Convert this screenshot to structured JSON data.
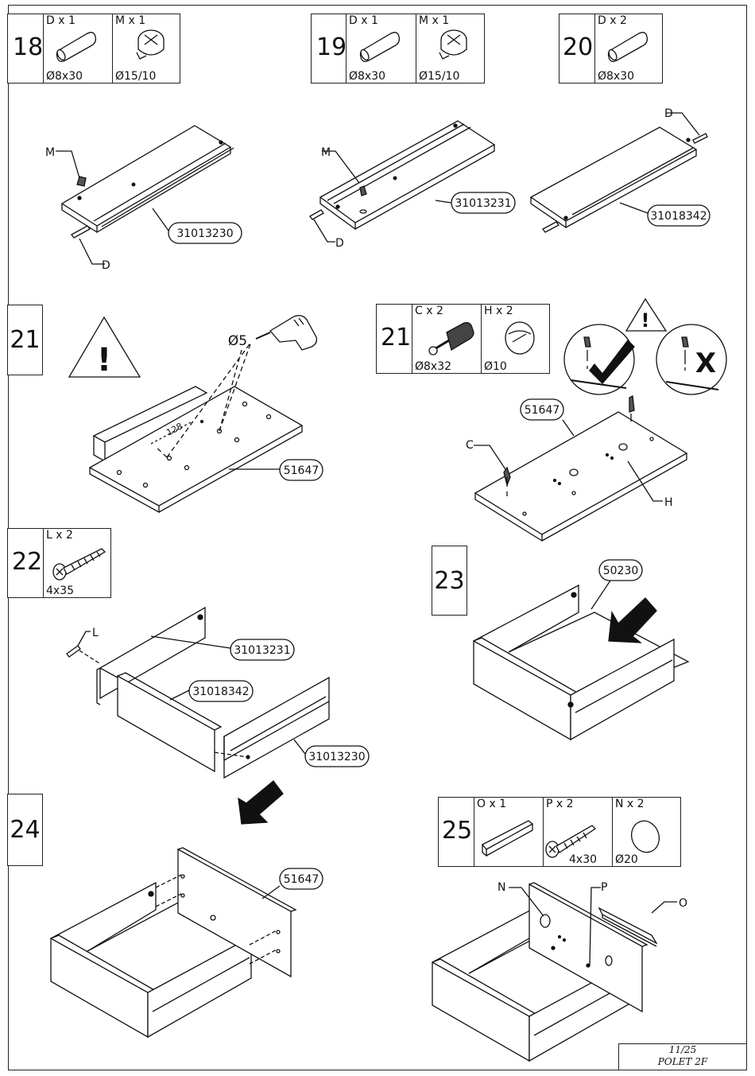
{
  "steps": {
    "s18": {
      "number": "18",
      "parts": [
        {
          "qty": "D x 1",
          "dim": "Ø8x30",
          "icon": "dowel-icon"
        },
        {
          "qty": "M x 1",
          "dim": "Ø15/10",
          "icon": "cam-lock-icon"
        }
      ]
    },
    "s19": {
      "number": "19",
      "parts": [
        {
          "qty": "D x 1",
          "dim": "Ø8x30",
          "icon": "dowel-icon"
        },
        {
          "qty": "M x 1",
          "dim": "Ø15/10",
          "icon": "cam-lock-icon"
        }
      ]
    },
    "s20": {
      "number": "20",
      "parts": [
        {
          "qty": "D x 2",
          "dim": "Ø8x30",
          "icon": "dowel-icon"
        }
      ]
    },
    "s21a": {
      "number": "21",
      "drill": "Ø5",
      "spacing": "128"
    },
    "s21b": {
      "number": "21",
      "parts": [
        {
          "qty": "C x 2",
          "dim": "Ø8x32",
          "icon": "cam-bolt-icon"
        },
        {
          "qty": "H x 2",
          "dim": "Ø10",
          "icon": "cam-housing-icon"
        }
      ]
    },
    "s22": {
      "number": "22",
      "parts": [
        {
          "qty": "L x 2",
          "dim": "4x35",
          "icon": "screw-icon"
        }
      ]
    },
    "s23": {
      "number": "23"
    },
    "s24": {
      "number": "24"
    },
    "s25": {
      "number": "25",
      "parts": [
        {
          "qty": "O x 1",
          "dim": "",
          "icon": "rail-icon"
        },
        {
          "qty": "P x 2",
          "dim": "4x30",
          "icon": "screw-icon"
        },
        {
          "qty": "N x 2",
          "dim": "Ø20",
          "icon": "cap-icon"
        }
      ]
    }
  },
  "labels": {
    "p18": "31013230",
    "p19": "31013231",
    "p20": "31018342",
    "p21a": "51647",
    "p21b": "51647",
    "p22a": "31013231",
    "p22b": "31018342",
    "p22c": "31013230",
    "p23": "50230",
    "p24": "51647",
    "M": "M",
    "D": "D",
    "C": "C",
    "H": "H",
    "L": "L",
    "N": "N",
    "P": "P",
    "O": "O",
    "warn": "!",
    "cross": "X"
  },
  "footer": {
    "page": "11/25",
    "model": "POLET 2F"
  }
}
